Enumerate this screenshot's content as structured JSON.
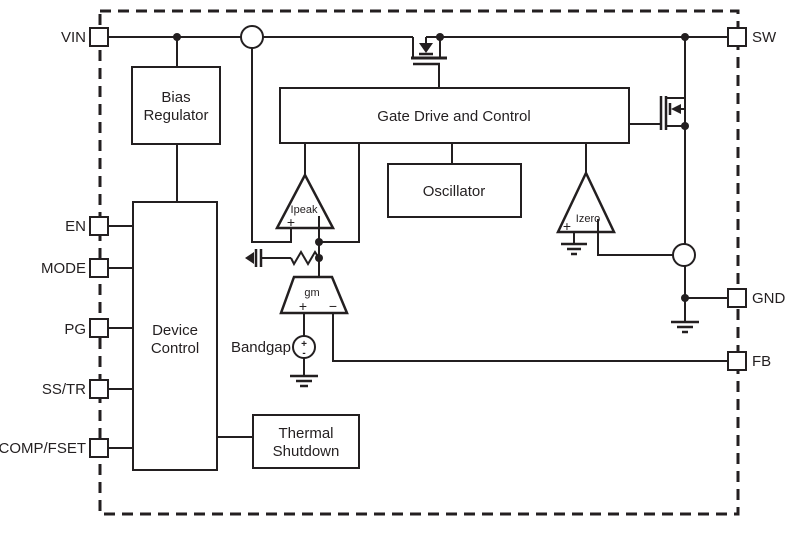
{
  "pins": {
    "left": [
      {
        "label": "VIN"
      },
      {
        "label": "EN"
      },
      {
        "label": "MODE"
      },
      {
        "label": "PG"
      },
      {
        "label": "SS/TR"
      },
      {
        "label": "COMP/FSET"
      }
    ],
    "right": [
      {
        "label": "SW"
      },
      {
        "label": "GND"
      },
      {
        "label": "FB"
      }
    ]
  },
  "blocks": {
    "bias_regulator": {
      "line1": "Bias",
      "line2": "Regulator"
    },
    "device_control": {
      "line1": "Device",
      "line2": "Control"
    },
    "gate_drive": {
      "label": "Gate Drive and Control"
    },
    "oscillator": {
      "label": "Oscillator"
    },
    "thermal_shutdown": {
      "line1": "Thermal",
      "line2": "Shutdown"
    }
  },
  "amplifiers": {
    "ipeak": {
      "label": "Ipeak",
      "plus": "+"
    },
    "izero": {
      "label": "Izero",
      "plus": "+"
    },
    "gm": {
      "label": "gm",
      "plus": "+",
      "minus": "−"
    }
  },
  "sources": {
    "bandgap": {
      "label": "Bandgap",
      "plus": "+",
      "minus": "-"
    }
  },
  "colors": {
    "line": "#231f20",
    "text": "#231f20",
    "background": "#ffffff"
  }
}
